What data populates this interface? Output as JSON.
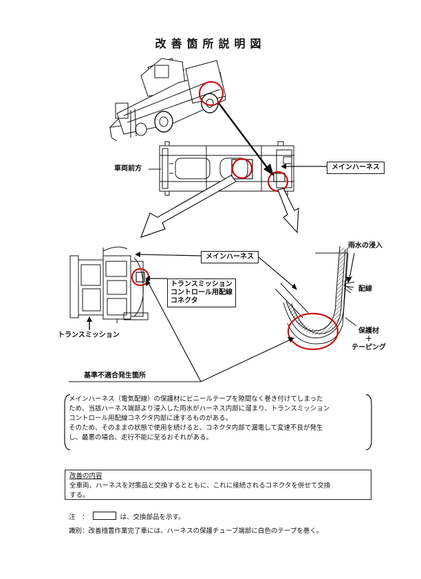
{
  "title": "改善箇所説明図",
  "labels": {
    "vehicle_front": "車両前方",
    "main_harness_top": "メインハーネス",
    "main_harness_mid": "メインハーネス",
    "connector_line1": "トランスミッション",
    "connector_line2": "コントロール用配線",
    "connector_line3": "コネクタ",
    "transmission": "トランスミッション",
    "rain_ingress": "雨水の浸入",
    "wiring": "配線",
    "protective_line1": "保護材",
    "protective_line2": "＋",
    "protective_line3": "テーピング",
    "nonconformity_site": "基準不適合発生箇所"
  },
  "description": {
    "line1": "メインハーネス（電気配線）の保護材にビニールテープを隙間なく巻き付けてしまった",
    "line2": "ため、当該ハーネス端部より浸入した雨水がハーネス内部に溜まり、トランスミッション",
    "line3": "コントロール用配線コネクタ内部に達するものがある。",
    "line4": "そのため、そのままの状態で使用を続けると、コネクタ内部で漏電して変速不良が発生",
    "line5": "し、最悪の場合、走行不能に至るおそれがある。"
  },
  "improvement": {
    "title": "改善の内容",
    "line1": "全車両、ハーネスを対策品と交換するとともに、これに接続されるコネクタを併せて交換",
    "line2": "する。"
  },
  "notes": {
    "note_prefix": "注　：",
    "note_suffix": "は、交換部品を示す。",
    "id_line": "識別：改善措置作業完了車には、ハーネスの保護チューブ端部に白色のテープを巻く。"
  }
}
